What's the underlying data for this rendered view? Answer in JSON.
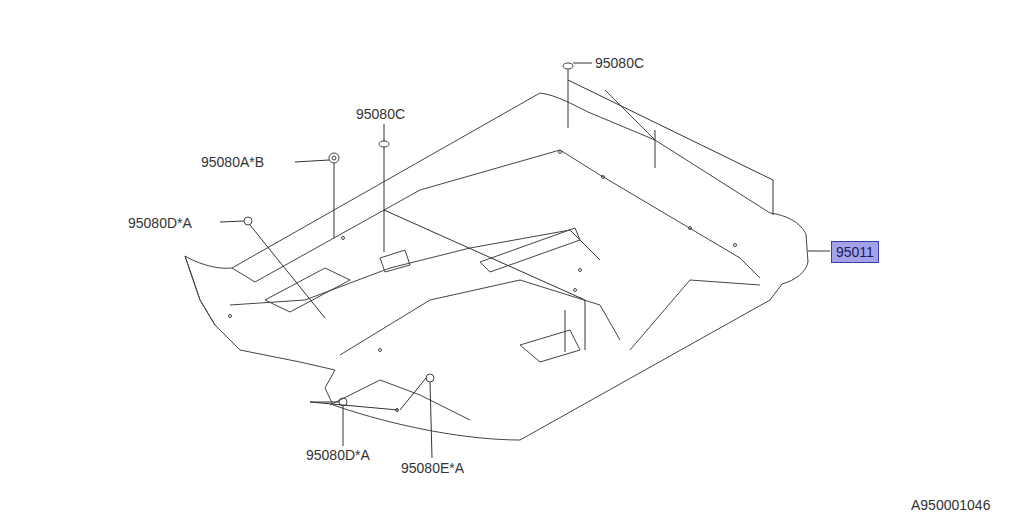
{
  "diagram": {
    "nodes": [
      {
        "text": [
          "95011"
        ]
      }
    ],
    "labels": [
      "95080C",
      "95080C",
      "95080A*B",
      "95080D*A",
      "95080D*A",
      "95080E*A",
      "A950001046"
    ]
  }
}
